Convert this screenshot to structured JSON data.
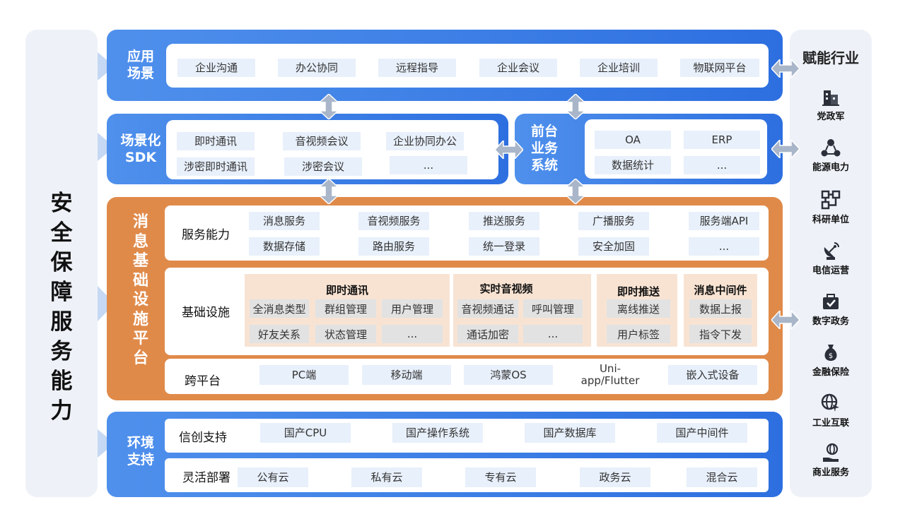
{
  "left_title": "安全保障服务能力",
  "right_title": "赋能行业",
  "industries": [
    {
      "icon": "building-icon",
      "label": "党政军"
    },
    {
      "icon": "energy-network-icon",
      "label": "能源电力"
    },
    {
      "icon": "research-flow-icon",
      "label": "科研单位"
    },
    {
      "icon": "satellite-dish-icon",
      "label": "电信运营"
    },
    {
      "icon": "digital-gov-icon",
      "label": "数字政务"
    },
    {
      "icon": "money-bag-icon",
      "label": "金融保险"
    },
    {
      "icon": "globe-cursor-icon",
      "label": "工业互联"
    },
    {
      "icon": "globe-hand-icon",
      "label": "商业服务"
    }
  ],
  "app_scene": {
    "title": "应用场景",
    "items": [
      "企业沟通",
      "办公协同",
      "远程指导",
      "企业会议",
      "企业培训",
      "物联网平台"
    ]
  },
  "sdk": {
    "title_line1": "场景化",
    "title_line2": "SDK",
    "row1": [
      "即时通讯",
      "音视频会议",
      "企业协同办公"
    ],
    "row2": [
      "涉密即时通讯",
      "涉密会议",
      "..."
    ]
  },
  "frontend": {
    "title": "前台业务系统",
    "row1": [
      "OA",
      "ERP"
    ],
    "row2": [
      "数据统计",
      "..."
    ]
  },
  "platform": {
    "title": "消息基础设施平台",
    "service": {
      "label": "服务能力",
      "row1": [
        "消息服务",
        "音视频服务",
        "推送服务",
        "广播服务",
        "服务端API"
      ],
      "row2": [
        "数据存储",
        "路由服务",
        "统一登录",
        "安全加固",
        "..."
      ]
    },
    "infra": {
      "label": "基础设施",
      "im": {
        "title": "即时通讯",
        "row1": [
          "全消息类型",
          "群组管理",
          "用户管理"
        ],
        "row2": [
          "好友关系",
          "状态管理",
          "..."
        ]
      },
      "rtc": {
        "title": "实时音视频",
        "row1": [
          "音视频通话",
          "呼叫管理"
        ],
        "row2": [
          "通话加密",
          "..."
        ]
      },
      "push": {
        "title": "即时推送",
        "row1": [
          "离线推送"
        ],
        "row2": [
          "用户标签"
        ]
      },
      "mq": {
        "title": "消息中间件",
        "row1": [
          "数据上报"
        ],
        "row2": [
          "指令下发"
        ]
      }
    },
    "cross": {
      "label": "跨平台",
      "items": [
        "PC端",
        "移动端",
        "鸿蒙OS",
        "Uni-app/Flutter",
        "嵌入式设备"
      ]
    }
  },
  "env": {
    "title": "环境支持",
    "xc": {
      "label": "信创支持",
      "items": [
        "国产CPU",
        "国产操作系统",
        "国产数据库",
        "国产中间件"
      ]
    },
    "deploy": {
      "label": "灵活部署",
      "items": [
        "公有云",
        "私有云",
        "专有云",
        "政务云",
        "混合云"
      ]
    }
  },
  "colors": {
    "blue": "#3f83ea",
    "orange": "#e08a4a",
    "chip_blue": "#e8f0fb",
    "chip_gray": "#e2e2e2",
    "block_peach": "#f8e3d3"
  }
}
